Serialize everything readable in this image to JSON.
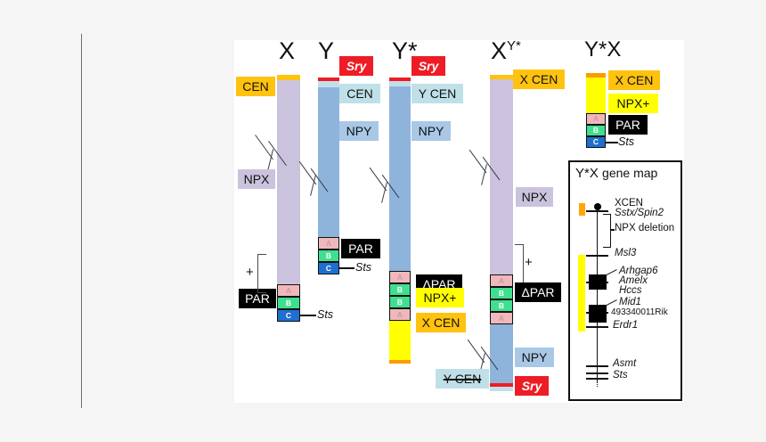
{
  "figure": {
    "title": "Mouse sex chromosome variants diagram",
    "background": "#f5f5f5",
    "panel_bg": "#ffffff"
  },
  "colors": {
    "x_body": "#cbc3dd",
    "y_body": "#8fb4db",
    "npx_plus_yellow": "#ffff00",
    "x_cen_gold": "#ffc20e",
    "sry_red": "#ee1c25",
    "y_cen_light_blue": "#bfe0e8",
    "npy_blue": "#a9c8e6",
    "par_black": "#000000",
    "seg_a_pink": "#eeb8bd",
    "seg_b_green": "#3ee08f",
    "seg_c_blue": "#1f6fd0"
  },
  "chromosomes": [
    {
      "id": "X",
      "title": "X",
      "labels": {
        "cen": "CEN",
        "npx": "NPX",
        "par": "PAR",
        "sts": "Sts"
      },
      "segments": [
        "A",
        "B",
        "C"
      ]
    },
    {
      "id": "Y",
      "title": "Y",
      "labels": {
        "sry": "Sry",
        "cen": "CEN",
        "npy": "NPY",
        "par": "PAR",
        "sts": "Sts"
      },
      "segments": [
        "A",
        "B",
        "C"
      ]
    },
    {
      "id": "Ystar",
      "title": "Y*",
      "labels": {
        "sry": "Sry",
        "ycen": "Y CEN",
        "ycen_struck": true,
        "npy": "NPY",
        "dpar": "ΔPAR",
        "npx_plus": "NPX+",
        "xcen": "X CEN"
      },
      "segments": [
        "A",
        "B",
        "B",
        "A"
      ]
    },
    {
      "id": "XYstar",
      "title": "X",
      "title_superscript": "Y*",
      "labels": {
        "xcen": "X CEN",
        "npx": "NPX",
        "dpar": "ΔPAR",
        "npy": "NPY",
        "sry": "Sry",
        "ycen": "Y CEN",
        "ycen_struck": true
      },
      "segments": [
        "A",
        "B",
        "B",
        "A"
      ]
    },
    {
      "id": "YstarX",
      "title": "Y*X",
      "labels": {
        "xcen": "X CEN",
        "npx_plus": "NPX+",
        "par": "PAR",
        "sts": "Sts"
      },
      "segments": [
        "A",
        "B",
        "C"
      ]
    }
  ],
  "plus_markers": {
    "x_plus": "+",
    "xystar_plus": "+"
  },
  "gene_map": {
    "title_main": "Y*X",
    "title_rest": "gene map",
    "entries": [
      {
        "label": "XCEN",
        "italic": false
      },
      {
        "label": "Sstx/Spin2",
        "italic": true
      },
      {
        "label": "NPX deletion",
        "italic": false
      },
      {
        "label": "Msl3",
        "italic": true
      },
      {
        "label": "Arhgap6",
        "italic": true
      },
      {
        "label": "Amelx",
        "italic": true
      },
      {
        "label": "Hccs",
        "italic": true
      },
      {
        "label": "Mid1",
        "italic": true
      },
      {
        "label": "493340011Rik",
        "italic": false
      },
      {
        "label": "Erdr1",
        "italic": true
      },
      {
        "label": "Asmt",
        "italic": true
      },
      {
        "label": "Sts",
        "italic": true
      }
    ]
  }
}
